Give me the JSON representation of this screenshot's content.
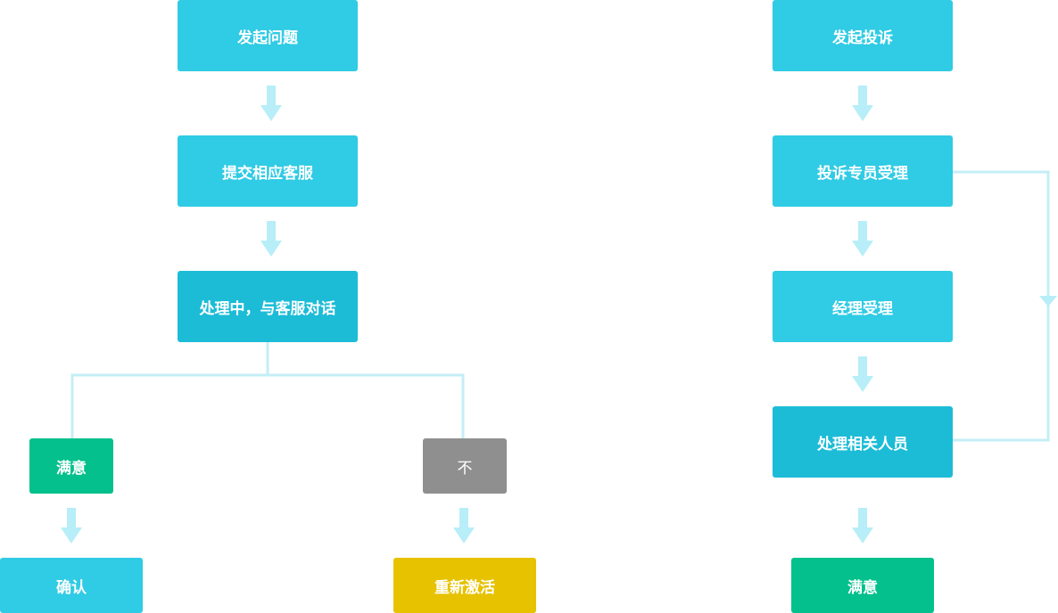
{
  "colors": {
    "box_cyan": "#30cbe4",
    "box_cyan_dark": "#1cbcd7",
    "box_green": "#03c08c",
    "box_gray": "#8f8f8f",
    "box_yellow": "#e6c200",
    "connector": "#c4eef6",
    "arrow": "#b7eef8"
  },
  "left_flow": {
    "start": "发起问题",
    "submit": "提交相应客服",
    "processing": "处理中，与客服对话",
    "satisfied": "满意",
    "not_satisfied": "不",
    "confirm": "确认",
    "reactivate": "重新激活"
  },
  "right_flow": {
    "start": "发起投诉",
    "specialist": "投诉专员受理",
    "manager": "经理受理",
    "handle": "处理相关人员",
    "satisfied": "满意"
  }
}
